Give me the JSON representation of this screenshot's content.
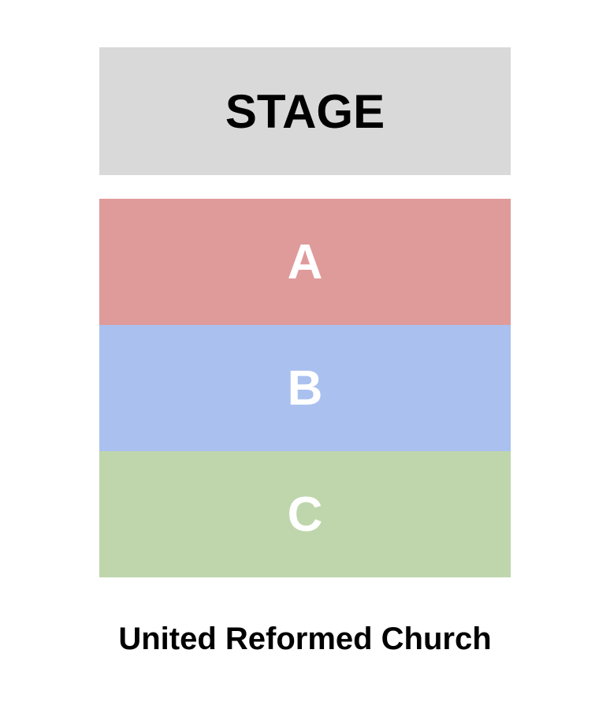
{
  "stage": {
    "label": "STAGE",
    "color": "#d9d9d9"
  },
  "sections": [
    {
      "label": "A",
      "color": "#df9b9a"
    },
    {
      "label": "B",
      "color": "#aac1ef"
    },
    {
      "label": "C",
      "color": "#bfd6ad"
    }
  ],
  "venue_name": "United Reformed Church"
}
